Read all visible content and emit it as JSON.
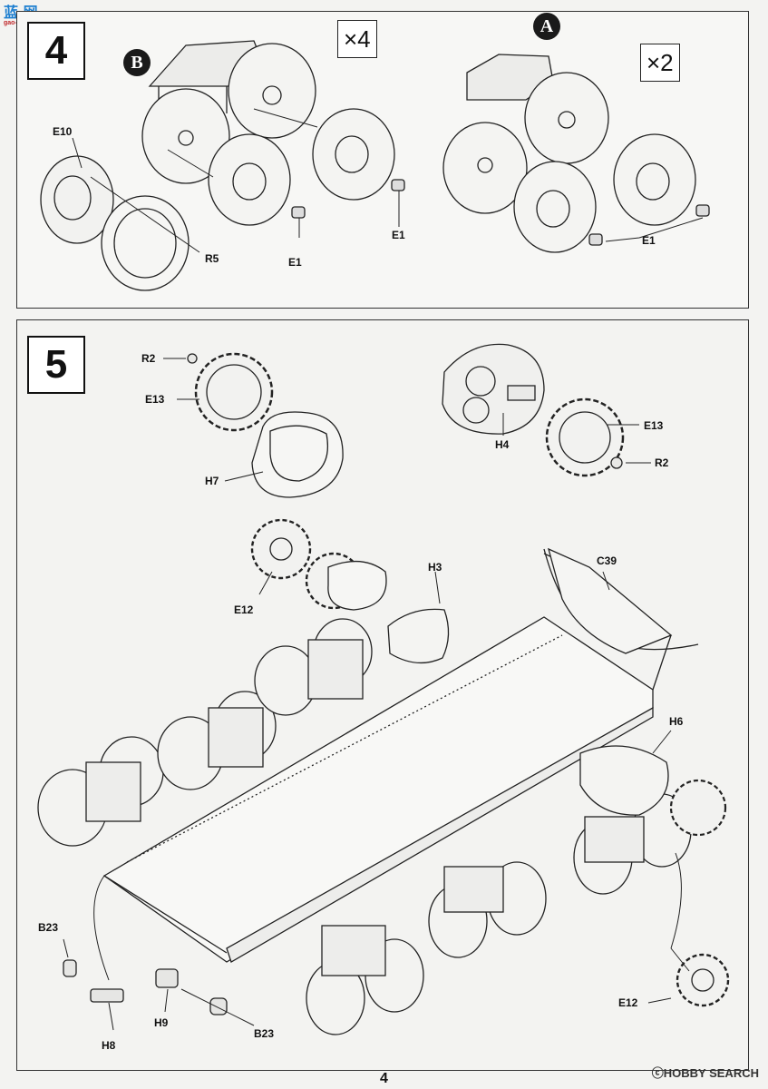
{
  "header": {
    "logo_text": "蓝 网",
    "logo_url": "gao-shanta.com"
  },
  "step4": {
    "number": "4",
    "left_group": {
      "badge": "B",
      "multiplier": "×4"
    },
    "right_group": {
      "badge": "A",
      "multiplier": "×2"
    },
    "labels": [
      "E10",
      "R5",
      "E1",
      "E1",
      "E1"
    ]
  },
  "step5": {
    "number": "5",
    "labels": [
      "R2",
      "E13",
      "H7",
      "E13",
      "H4",
      "R2",
      "C39",
      "E12",
      "H3",
      "H6",
      "B23",
      "H8",
      "H9",
      "B23",
      "E12"
    ]
  },
  "footer": {
    "page_number": "4",
    "watermark": "ⓒHOBBY SEARCH"
  }
}
